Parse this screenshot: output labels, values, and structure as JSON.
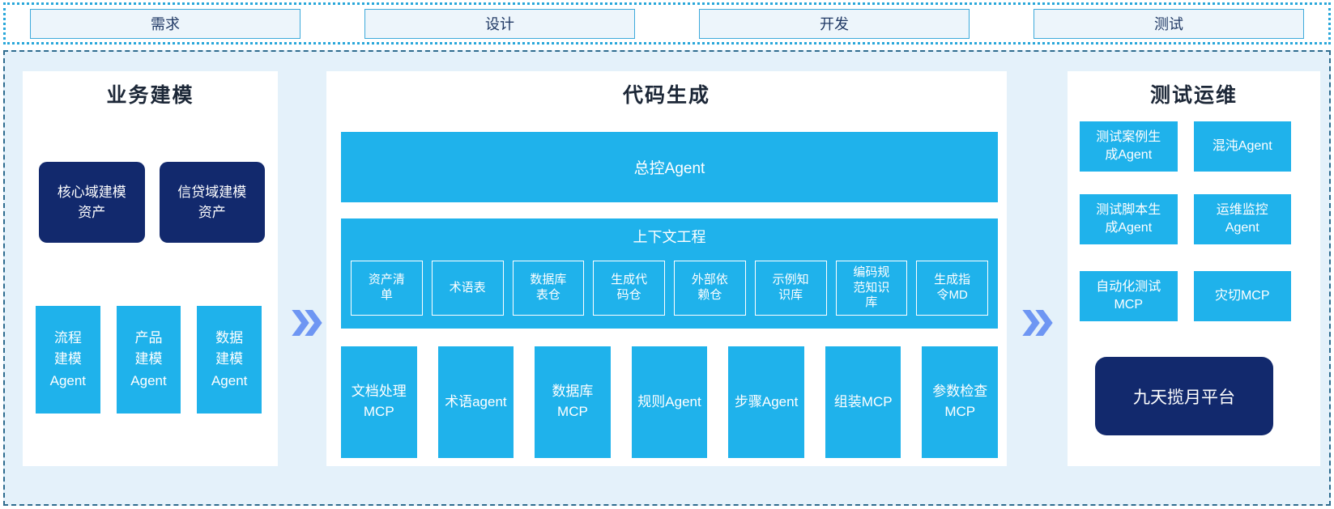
{
  "phases": [
    "需求",
    "设计",
    "开发",
    "测试"
  ],
  "colors": {
    "cyan": "#1FB2EB",
    "navy": "#12296D",
    "arrow_blue": "#6E96F3",
    "canvas_bg": "#E4F1FA",
    "panel_bg": "#FFFFFF",
    "phase_fill": "#EDF5FB",
    "phase_border": "#3EAADB",
    "phase_text": "#1F3864",
    "dotted_border": "#29A7DA",
    "dashed_border": "#2E6C8F",
    "title_text": "#1C2737"
  },
  "icons": {
    "flow_arrow": "double-chevron-right"
  },
  "business_modeling": {
    "title": "业务建模",
    "assets": [
      "核心域建模\n资产",
      "信贷域建模\n资产"
    ],
    "agents": [
      "流程\n建模\nAgent",
      "产品\n建模\nAgent",
      "数据\n建模\nAgent"
    ]
  },
  "code_generation": {
    "title": "代码生成",
    "master_agent": "总控Agent",
    "context_engineering": {
      "title": "上下文工程",
      "items": [
        "资产清\n单",
        "术语表",
        "数据库\n表仓",
        "生成代\n码仓",
        "外部依\n赖仓",
        "示例知\n识库",
        "编码规\n范知识\n库",
        "生成指\n令MD"
      ]
    },
    "tools": [
      "文档处理\nMCP",
      "术语agent",
      "数据库\nMCP",
      "规则Agent",
      "步骤Agent",
      "组装MCP",
      "参数检查\nMCP"
    ]
  },
  "test_ops": {
    "title": "测试运维",
    "boxes": [
      "测试案例生\n成Agent",
      "混沌Agent",
      "测试脚本生\n成Agent",
      "运维监控\nAgent",
      "自动化测试\nMCP",
      "灾切MCP"
    ],
    "platform": "九天揽月平台"
  }
}
